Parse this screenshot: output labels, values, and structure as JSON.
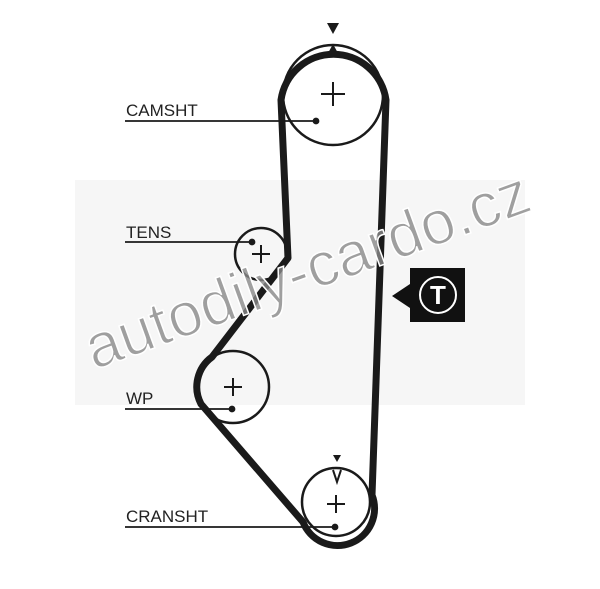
{
  "labels": {
    "camshaft": "CAMSHT",
    "tensioner": "TENS",
    "water_pump": "WP",
    "crankshaft": "CRANSHT"
  },
  "watermark": "autodily-cardo.cz",
  "tensioner_badge": "T",
  "colors": {
    "belt": "#1a1a1a",
    "watermark": "#8a8a8a",
    "badge": "#111111"
  }
}
